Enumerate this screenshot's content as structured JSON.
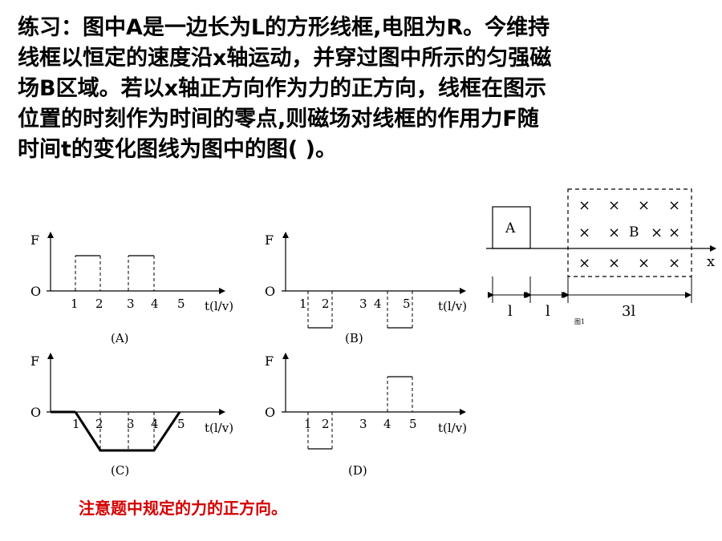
{
  "problem": {
    "lines": [
      "练习：图中A是一边长为L的方形线框,电阻为R。今维持",
      "线框以恒定的速度沿x轴运动，并穿过图中所示的匀强磁",
      "场B区域。若以x轴正方向作为力的正方向，线框在图示",
      "位置的时刻作为时间的零点,则磁场对线框的作用力F随",
      "时间t的变化图线为图中的图(          )。"
    ]
  },
  "graphs": {
    "y_label": "F",
    "origin_label": "O",
    "t_label": "t(l/v)",
    "ticks": [
      "1",
      "2",
      "3",
      "4",
      "5"
    ],
    "options": [
      {
        "label": "(A)",
        "segments": [
          [
            1,
            2,
            "pos"
          ],
          [
            3,
            4,
            "pos"
          ]
        ]
      },
      {
        "label": "(B)",
        "segments": [
          [
            1,
            2,
            "neg"
          ],
          [
            4,
            5,
            "neg"
          ]
        ]
      },
      {
        "label": "(C)",
        "shape": "trapezoid"
      },
      {
        "label": "(D)",
        "segments": [
          [
            1,
            2,
            "neg"
          ],
          [
            4,
            5,
            "pos"
          ]
        ]
      }
    ]
  },
  "figure": {
    "frame_label": "A",
    "field_label": "B",
    "x_axis_label": "x",
    "dim_labels": [
      "l",
      "l",
      "3l"
    ],
    "caption": "图1"
  },
  "note": "注意题中规定的力的正方向。"
}
